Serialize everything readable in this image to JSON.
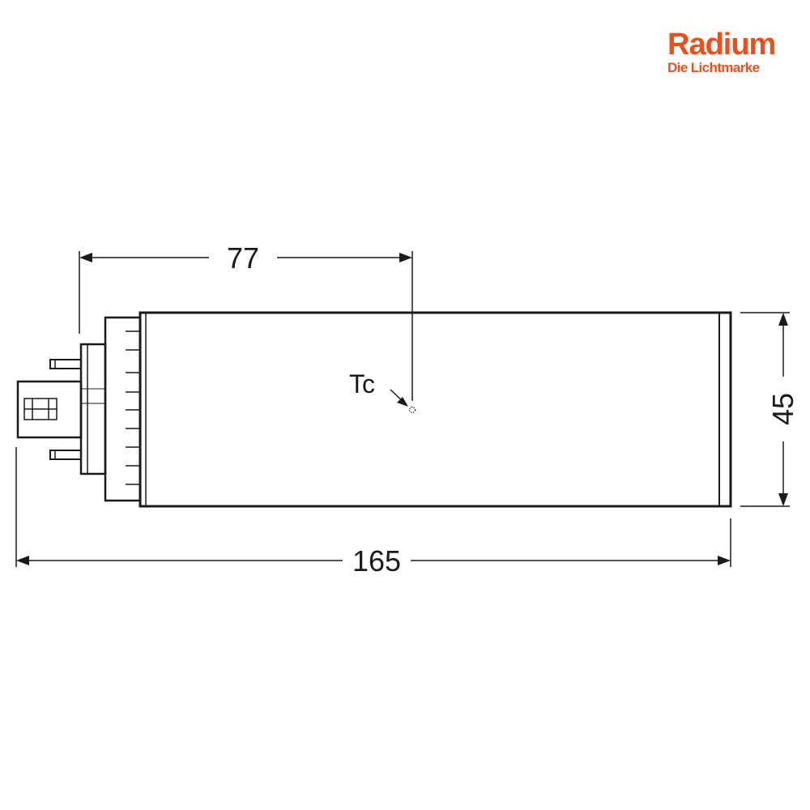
{
  "brand": {
    "name": "Radium",
    "tagline": "Die Lichtmarke",
    "color": "#e8501e"
  },
  "diagram": {
    "line_color": "#1a1a1a",
    "dimensions": {
      "tc_offset": "77",
      "overall_length": "165",
      "height": "45"
    },
    "labels": {
      "tc": "Tc"
    }
  }
}
